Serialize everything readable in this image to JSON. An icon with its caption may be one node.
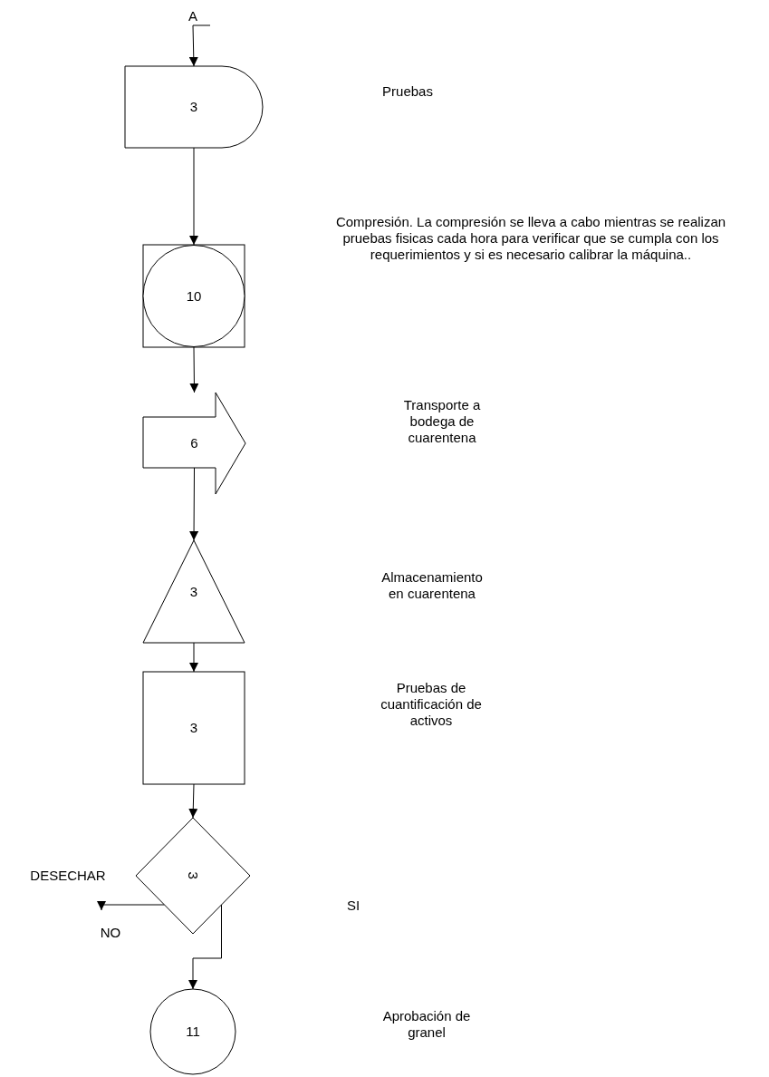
{
  "diagram": {
    "nodes": [
      {
        "text": [
          "A"
        ]
      },
      {
        "text": [
          "3"
        ]
      },
      {
        "text": [
          "10"
        ]
      },
      {
        "text": [
          "6"
        ]
      },
      {
        "text": [
          "3"
        ]
      },
      {
        "text": [
          "3"
        ]
      },
      {
        "text": [
          "3"
        ]
      },
      {
        "text": [
          "11"
        ]
      }
    ],
    "edges": [
      {
        "from": 0,
        "to": 1,
        "arrow": "to"
      },
      {
        "from": 1,
        "to": 2,
        "arrow": "to"
      },
      {
        "from": 2,
        "to": 3,
        "arrow": "to"
      },
      {
        "from": 3,
        "to": 4,
        "arrow": "to"
      },
      {
        "from": 4,
        "to": 5,
        "arrow": "to"
      },
      {
        "from": 5,
        "to": 6,
        "arrow": "to"
      },
      {
        "from": 6,
        "to": null,
        "arrow": "to",
        "label": "NO"
      },
      {
        "from": 6,
        "to": 7,
        "arrow": "to"
      }
    ],
    "labels": [
      "Pruebas",
      "Compresión. La compresión se lleva a cabo mientras se realizan pruebas fisicas cada hora para  verificar que se cumpla con los requerimientos y si es necesario calibrar la máquina..",
      "Transporte a bodega de cuarentena",
      "Almacenamiento en cuarentena",
      "Pruebas de cuantificación de activos",
      "DESECHAR",
      "SI",
      "Aprobación de granel"
    ]
  }
}
